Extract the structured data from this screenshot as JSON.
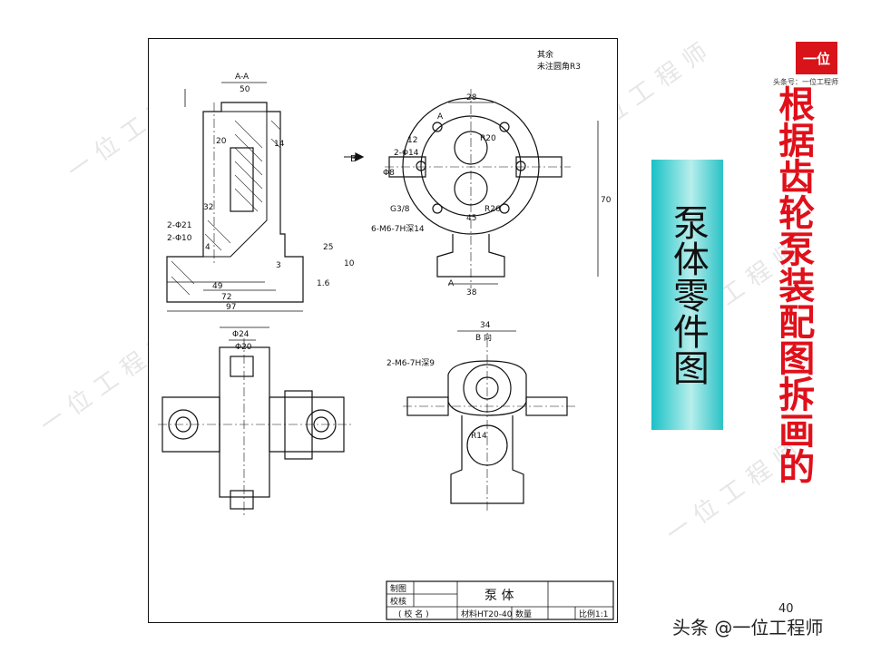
{
  "slide": {
    "subtitle": "泵体零件图",
    "title": "根据齿轮泵装配图拆画的",
    "page_number": "40",
    "source_credit": "头条 @一位工程师",
    "brand_badge": "一位",
    "brand_line": "头条号：一位工程师",
    "watermark": "一位工程师"
  },
  "drawing": {
    "section_label": "A-A",
    "arrow_b": "B",
    "view_b_label": "B 向",
    "note_line1": "其余",
    "note_line2": "未注圆角R3",
    "dims_left": [
      "50",
      "20",
      "14",
      "32",
      "49",
      "72",
      "97",
      "2-Φ21",
      "2-Φ10",
      "4",
      "25",
      "10",
      "3",
      "1.6"
    ],
    "dims_right": [
      "28",
      "12",
      "2-Φ14",
      "38",
      "70",
      "45",
      "6-M6-7H深14",
      "R20",
      "R26",
      "A",
      "A",
      "Φ8",
      "G3/8"
    ],
    "dims_bottom_left": [
      "Φ24",
      "Φ20"
    ],
    "dims_bottom_right": [
      "34",
      "2-M6-7H深9",
      "R14"
    ],
    "title_block": {
      "part_name": "泵    体",
      "row1": "制图",
      "row2": "校核",
      "row3": "( 校  名 )",
      "material": "材料HT20-40",
      "quantity": "数量",
      "scale": "比例1:1"
    }
  },
  "colors": {
    "title": "#e0101a",
    "badge": "#d9131a",
    "subtitle_bg": "#18c1c6"
  }
}
